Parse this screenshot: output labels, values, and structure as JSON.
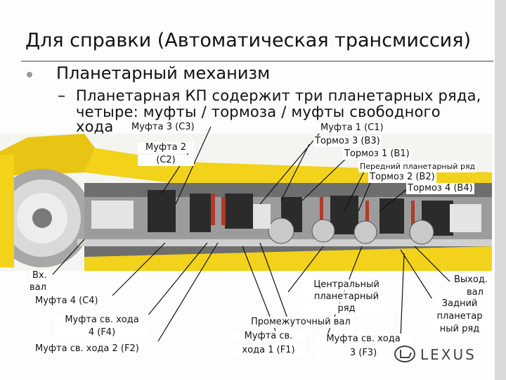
{
  "slide": {
    "title": "Для справки (Автоматическая трансмиссия)",
    "bullet": "Планетарный механизм",
    "dash": "–",
    "sub_lines": [
      "Планетарная КП содержит три планетарных ряда,",
      "четыре: муфты / тормоза / муфты свободного",
      "хода"
    ]
  },
  "labels": {
    "c3": "Муфта 3 (C3)",
    "c2_line1": "Муфта 2",
    "c2_line2": "(C2)",
    "c1": "Муфта 1 (C1)",
    "b3": "Тормоз 3 (B3)",
    "b1": "Тормоз 1 (B1)",
    "front_ring": "Передний планетарный ряд",
    "b2": "Тормоз 2 (B2)",
    "b4": "Тормоз 4 (B4)",
    "input_line1": "Вх.",
    "input_line2": "вал",
    "c4": "Муфта 4 (C4)",
    "f4_line1": "Муфта св. хода",
    "f4_line2": "4 (F4)",
    "f2": "Муфта св. хода 2 (F2)",
    "central_line1": "Центральный",
    "central_line2": "планетарный",
    "central_line3": "ряд",
    "intermediate": "Промежуточный вал",
    "f1_line1": "Муфта св.",
    "f1_line2": "хода 1 (F1)",
    "f3_line1": "Муфта св. хода",
    "f3_line2": "3 (F3)",
    "output_line1": "Выход.",
    "output_line2": "вал",
    "rear_line1": "Задний",
    "rear_line2": "планетар",
    "rear_line3": "ный ряд"
  },
  "logo": {
    "text": "LEXUS",
    "icon": "lexus-emblem-icon"
  },
  "colors": {
    "housing": "#f2d21a",
    "metal": "#8c8c8c",
    "dark": "#2b2b2b",
    "accent_red": "#b23a2a"
  }
}
